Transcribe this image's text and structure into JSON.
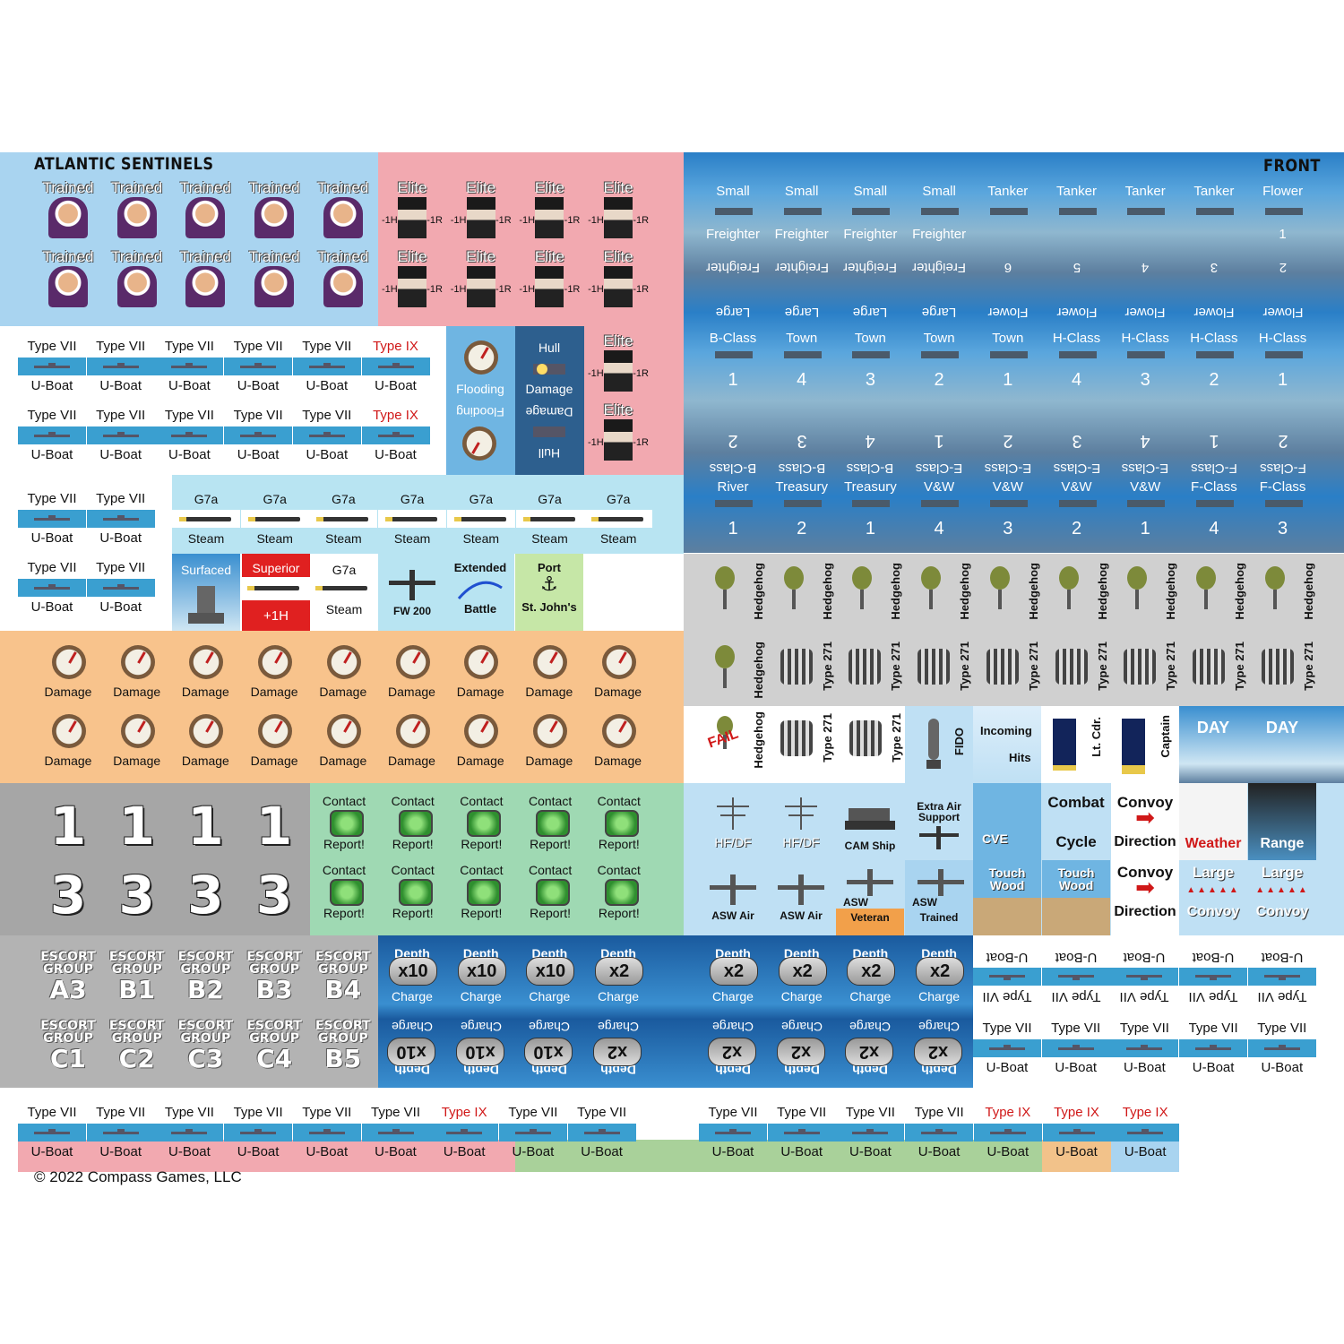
{
  "sheet": {
    "title": "ATLANTIC SENTINELS",
    "side": "FRONT",
    "copyright": "© 2022 Compass Games, LLC"
  },
  "colors": {
    "lightblue": "#a9d4f0",
    "pink": "#f2a9b0",
    "orange": "#f8c38c",
    "green": "#9fd9b3",
    "gray": "#a0a0a0",
    "navy": "#1a5a9e",
    "sea": "#5a8fc0"
  },
  "crew": {
    "trained_label": "Trained",
    "elite_label": "Elite",
    "elite_left": "-1H",
    "elite_right": "-1R"
  },
  "uboat": {
    "type7": "Type VII",
    "type9": "Type IX",
    "label": "U-Boat"
  },
  "status": {
    "flooding": "Flooding",
    "hull": "Hull",
    "damage": "Damage",
    "surfaced": "Surfaced",
    "superior": "Superior",
    "plus1h": "+1H",
    "fw200": "FW 200",
    "extended": "Extended",
    "battle": "Battle",
    "port": "Port",
    "stjohns": "St. John's"
  },
  "torpedo": {
    "g7a": "G7a",
    "steam": "Steam"
  },
  "damage_label": "Damage",
  "numbers": {
    "top": "1",
    "bottom": "3"
  },
  "contact": {
    "top": "Contact",
    "bottom": "Report!"
  },
  "escort": {
    "line1": "ESCORT",
    "line2": "GROUP",
    "top": [
      "A3",
      "B1",
      "B2",
      "B3",
      "B4"
    ],
    "bottom": [
      "C1",
      "C2",
      "C3",
      "C4",
      "B5"
    ]
  },
  "depth": {
    "line1": "Depth",
    "line2": "Charge",
    "left_mult": [
      "x10",
      "x10",
      "x10",
      "x2"
    ],
    "right_mult": [
      "x2",
      "x2",
      "x2",
      "x2"
    ]
  },
  "ships": {
    "row1_top": [
      "Small",
      "Small",
      "Small",
      "Small",
      "Tanker",
      "Tanker",
      "Tanker",
      "Tanker",
      "Flower"
    ],
    "row1_mid": [
      "Freighter",
      "Freighter",
      "Freighter",
      "Freighter",
      "",
      "",
      "",
      "",
      "1"
    ],
    "row1_flip_mid": [
      "Freighter",
      "Freighter",
      "Freighter",
      "Freighter",
      "6",
      "5",
      "4",
      "3",
      "2"
    ],
    "row1_flip_bot": [
      "Large",
      "Large",
      "Large",
      "Large",
      "Flower",
      "Flower",
      "Flower",
      "Flower",
      "Flower"
    ],
    "row2_top": [
      "B-Class",
      "Town",
      "Town",
      "Town",
      "Town",
      "H-Class",
      "H-Class",
      "H-Class",
      "H-Class"
    ],
    "row2_mid": [
      "1",
      "4",
      "3",
      "2",
      "1",
      "4",
      "3",
      "2",
      "1"
    ],
    "row2_flip_mid": [
      "2",
      "3",
      "4",
      "1",
      "2",
      "3",
      "4",
      "1",
      "2"
    ],
    "row2_flip_bot": [
      "B-Class",
      "B-Class",
      "B-Class",
      "E-Class",
      "E-Class",
      "E-Class",
      "E-Class",
      "F-Class",
      "F-Class"
    ],
    "row3_top": [
      "River",
      "Treasury",
      "Treasury",
      "V&W",
      "V&W",
      "V&W",
      "V&W",
      "F-Class",
      "F-Class"
    ],
    "row3_mid": [
      "1",
      "2",
      "1",
      "4",
      "3",
      "2",
      "1",
      "4",
      "3"
    ]
  },
  "weapons": {
    "hedgehog": "Hedgehog",
    "type271": "Type 271",
    "fail": "FAIL",
    "fido": "FIDO",
    "incoming": "Incoming",
    "hits": "Hits",
    "ltcdr": "Lt. Cdr.",
    "captain": "Captain",
    "day": "DAY"
  },
  "air": {
    "hfdf": "HF/DF",
    "camship": "CAM Ship",
    "extra1": "Extra Air",
    "extra2": "Support",
    "cve": "CVE",
    "combat": "Combat",
    "cycle": "Cycle",
    "convoy": "Convoy",
    "direction": "Direction",
    "weather": "Weather",
    "range": "Range",
    "aswair": "ASW Air",
    "asw": "ASW",
    "veteran": "Veteran",
    "trained": "Trained",
    "touch": "Touch",
    "wood": "Wood",
    "large": "Large"
  }
}
